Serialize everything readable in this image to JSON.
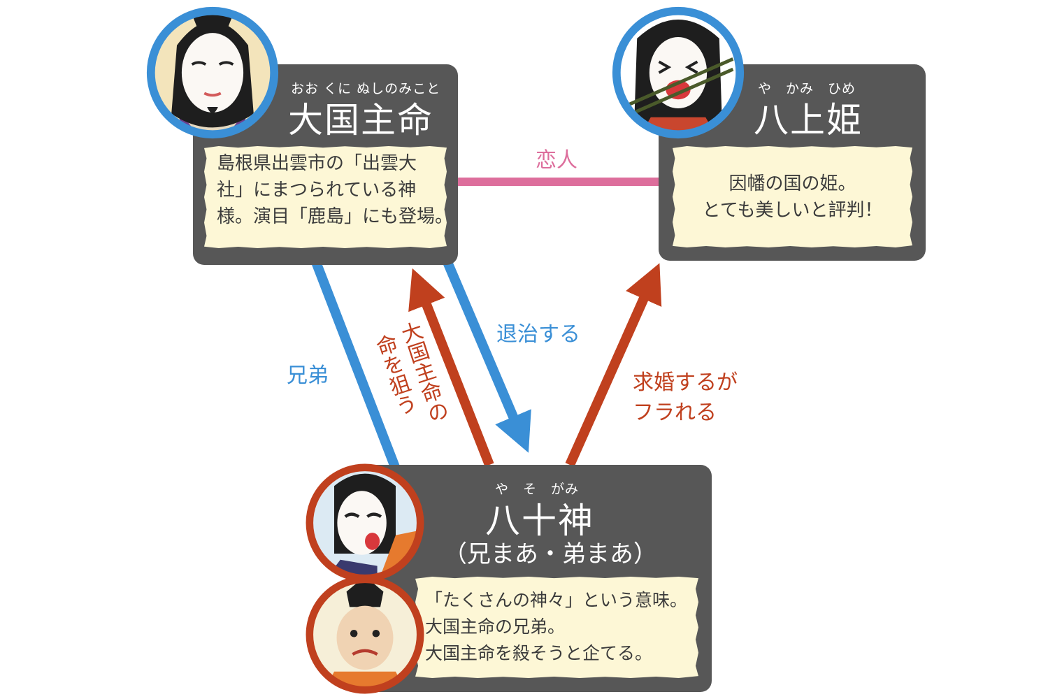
{
  "colors": {
    "card": "#575757",
    "note": "#fdf7d6",
    "blue": "#3a8fd6",
    "red": "#c0401e",
    "pink": "#dd6e9c"
  },
  "okuninushi": {
    "ruby": "おお くに ぬしのみこと",
    "name": "大国主命",
    "desc": [
      "島根県出雲市の「出雲大",
      "社」にまつられている神",
      "様。演目「鹿島」にも登場。"
    ]
  },
  "yakami": {
    "ruby": "や　かみ　ひめ",
    "name": "八上姫",
    "desc": [
      "因幡の国の姫。",
      "とても美しいと評判！"
    ]
  },
  "yasogami": {
    "ruby": "や　そ　がみ",
    "name": "八十神",
    "sub": "（兄まあ・弟まあ）",
    "desc": [
      "「たくさんの神々」という意味。",
      "大国主命の兄弟。",
      "大国主命を殺そうと企てる。"
    ]
  },
  "relations": {
    "lovers": "恋人",
    "brothers": "兄弟",
    "defeat": "退治する",
    "target_line1": "大国主命の",
    "target_line2": "命を狙う",
    "propose_line1": "求婚するが",
    "propose_line2": "フラれる"
  }
}
